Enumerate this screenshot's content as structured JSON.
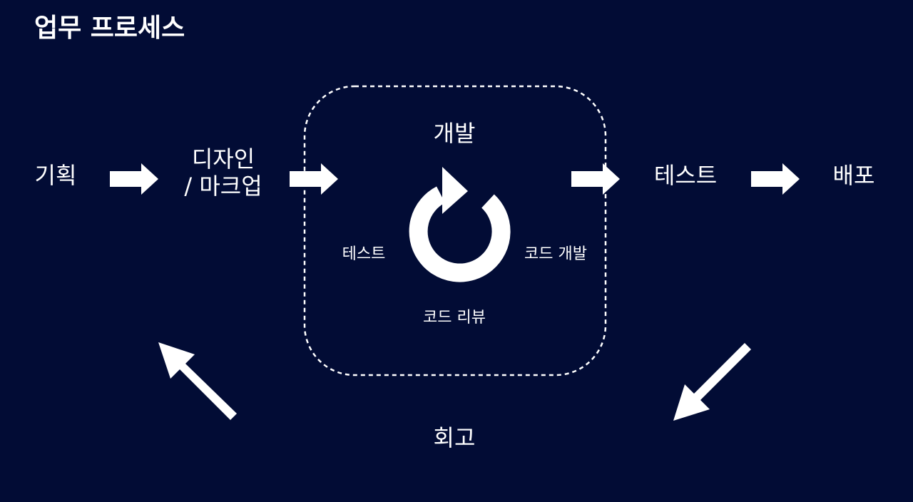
{
  "title": "업무 프로세스",
  "steps": {
    "planning": "기획",
    "design_line1": "디자인",
    "design_line2": "/ 마크업",
    "development": "개발",
    "test": "테스트",
    "deploy": "배포",
    "retrospective": "회고"
  },
  "dev_cycle": {
    "test": "테스트",
    "code_dev": "코드 개발",
    "code_review": "코드 리뷰"
  },
  "colors": {
    "background": "#020c35",
    "foreground": "#ffffff"
  }
}
